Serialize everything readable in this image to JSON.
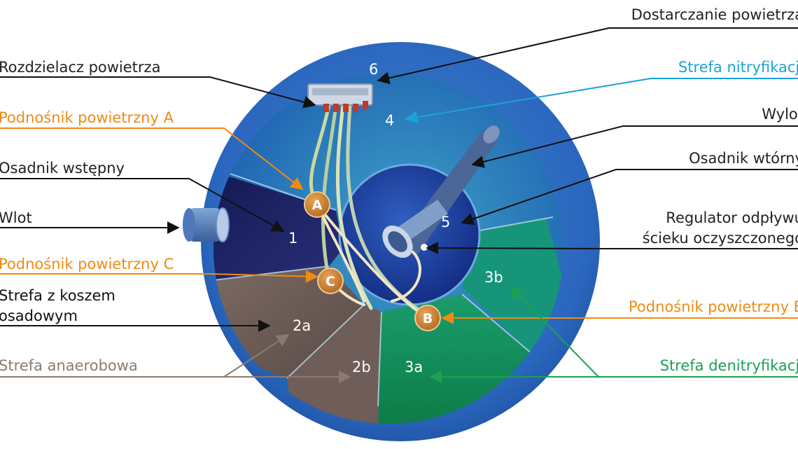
{
  "labels": {
    "dostarczanie": "Dostarczanie powietrza",
    "rozdzielacz": "Rozdzielacz powietrza",
    "nitryfikacji": "Strefa nitryfikacji",
    "podnosnik_a": "Podnośnik powietrzny A",
    "wylot": "Wylot",
    "osadnik_wstepny": "Osadnik wstępny",
    "osadnik_wtorny": "Osadnik wtórny",
    "wlot": "Wlot",
    "regulator_line1": "Regulator odpływu",
    "regulator_line2": "ścieku oczyszczonego",
    "podnosnik_c": "Podnośnik powietrzny C",
    "kosz_line1": "Strefa z koszem",
    "kosz_line2": "osadowym",
    "podnosnik_b": "Podnośnik powietrzny B",
    "anaerobowa": "Strefa anaerobowa",
    "denitryfikacji": "Strefa denitryfikacji"
  },
  "zones": {
    "z1": "1",
    "z2a": "2a",
    "z2b": "2b",
    "z3a": "3a",
    "z3b": "3b",
    "z4": "4",
    "z5": "5",
    "z6": "6"
  },
  "markers": {
    "a": "A",
    "b": "B",
    "c": "C"
  },
  "colors": {
    "orange": "#ef8a12",
    "nitrification_blue": "#1aa3d9",
    "denitrification_green": "#1ea050",
    "anaerobic_brown": "#8b7b6e",
    "dark_text": "#222222",
    "black_text": "#111111",
    "tank_outer": "#2561b8",
    "tank_inner": "#1d4ea6",
    "marker_fill": "#c8802d"
  }
}
